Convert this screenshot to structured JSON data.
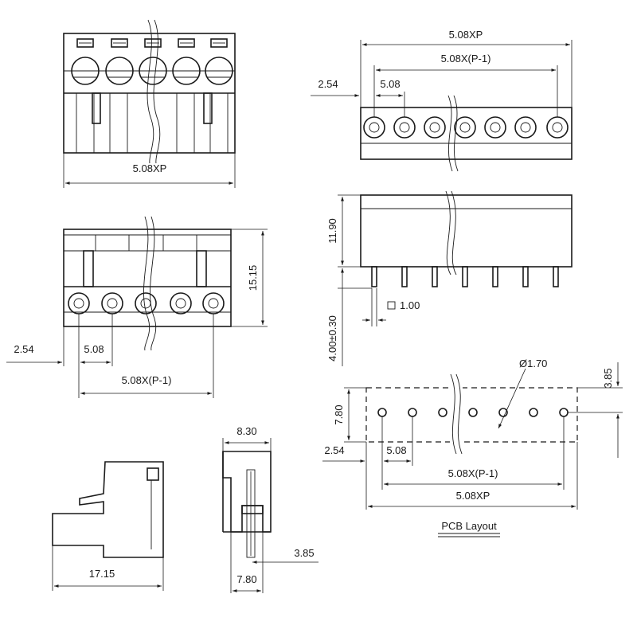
{
  "views": {
    "top_left": {
      "dim_width": "5.08XP"
    },
    "mid_left": {
      "dim_height": "15.15",
      "dim_offset": "2.54",
      "dim_pitch": "5.08",
      "dim_span": "5.08X(P-1)"
    },
    "top_right": {
      "dim_width": "5.08XP",
      "dim_span": "5.08X(P-1)",
      "dim_offset": "2.54",
      "dim_pitch": "5.08"
    },
    "mid_right": {
      "dim_height": "11.90",
      "dim_pin_length": "4.00±0.30",
      "dim_pin_square": "1.00"
    },
    "pcb": {
      "title": "PCB Layout",
      "dim_hole": "Ø1.70",
      "dim_height": "7.80",
      "dim_offset_right": "3.85",
      "dim_offset": "2.54",
      "dim_pitch": "5.08",
      "dim_span": "5.08X(P-1)",
      "dim_width": "5.08XP"
    },
    "side_left": {
      "dim_depth": "17.15"
    },
    "side_right": {
      "dim_top": "8.30",
      "dim_bottom": "7.80",
      "dim_offset": "3.85"
    }
  }
}
